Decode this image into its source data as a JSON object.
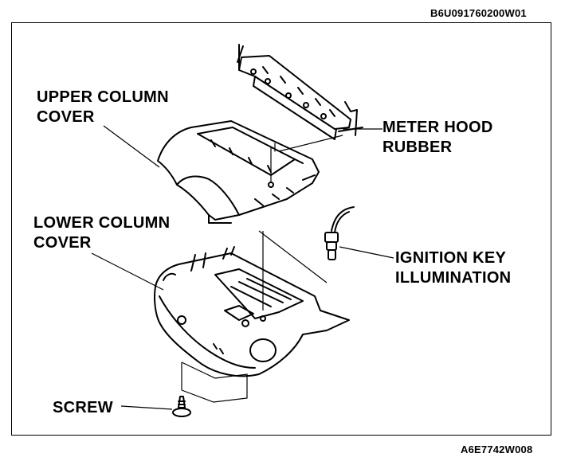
{
  "codes": {
    "top": "B6U091760200W01",
    "bottom": "A6E7742W008"
  },
  "labels": {
    "upper_column_cover": [
      "UPPER COLUMN",
      "COVER"
    ],
    "meter_hood_rubber": [
      "METER HOOD",
      "RUBBER"
    ],
    "lower_column_cover": [
      "LOWER COLUMN",
      "COVER"
    ],
    "ignition_key_illumination": [
      "IGNITION KEY",
      "ILLUMINATION"
    ],
    "screw": "SCREW"
  }
}
